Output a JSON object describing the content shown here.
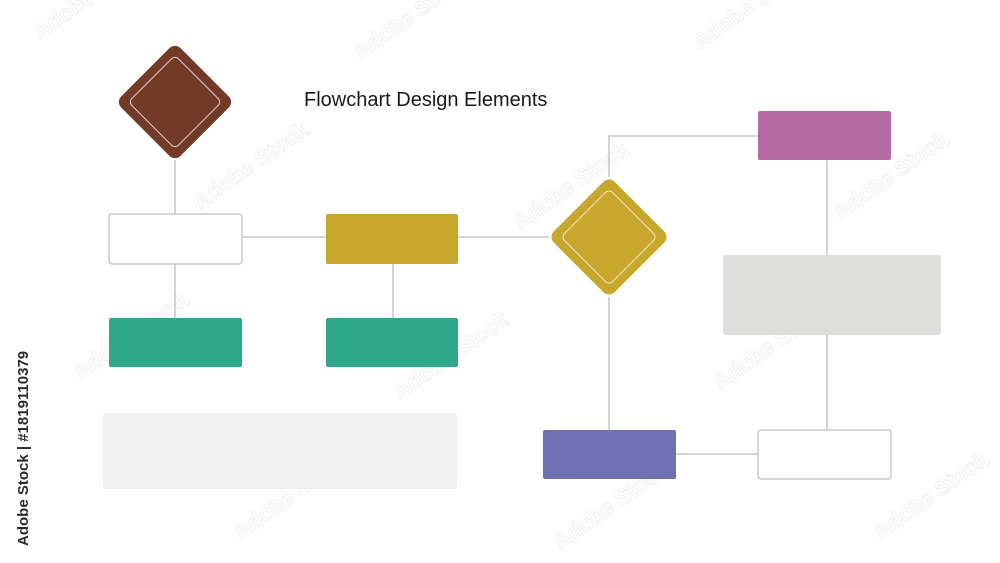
{
  "title": "Flowchart Design Elements",
  "watermark": {
    "side_label": "Adobe Stock | #1819110379",
    "tile_text": "Adobe Stock"
  },
  "colors": {
    "background": "#ffffff",
    "connector": "#bdbdbd",
    "outline_box_border": "#bdbdbd",
    "brown_diamond": "#733a28",
    "mustard": "#c9a72c",
    "teal": "#2ea888",
    "magenta": "#b56aa6",
    "purple": "#7270b4",
    "gray_panel": "#dededc",
    "light_panel": "#f0f0f0"
  },
  "shapes": [
    {
      "id": "decision-top-left",
      "shape": "diamond",
      "fill": "brown_diamond",
      "label": ""
    },
    {
      "id": "process-white-left",
      "shape": "rect",
      "fill": "none",
      "label": ""
    },
    {
      "id": "process-mustard",
      "shape": "rect",
      "fill": "mustard",
      "label": ""
    },
    {
      "id": "process-teal-left",
      "shape": "rect",
      "fill": "teal",
      "label": ""
    },
    {
      "id": "process-teal-middle",
      "shape": "rect",
      "fill": "teal",
      "label": ""
    },
    {
      "id": "decision-mustard",
      "shape": "diamond",
      "fill": "mustard",
      "label": ""
    },
    {
      "id": "process-magenta",
      "shape": "rect",
      "fill": "magenta",
      "label": ""
    },
    {
      "id": "panel-gray-right",
      "shape": "rect",
      "fill": "gray_panel",
      "label": ""
    },
    {
      "id": "process-purple",
      "shape": "rect",
      "fill": "purple",
      "label": ""
    },
    {
      "id": "process-white-right",
      "shape": "rect",
      "fill": "none",
      "label": ""
    },
    {
      "id": "panel-light-bottom",
      "shape": "rect",
      "fill": "light_panel",
      "label": ""
    }
  ],
  "connections": [
    {
      "from": "decision-top-left",
      "to": "process-white-left"
    },
    {
      "from": "process-white-left",
      "to": "process-mustard"
    },
    {
      "from": "process-white-left",
      "to": "process-teal-left"
    },
    {
      "from": "process-mustard",
      "to": "process-teal-middle"
    },
    {
      "from": "process-mustard",
      "to": "decision-mustard"
    },
    {
      "from": "decision-mustard",
      "to": "process-magenta"
    },
    {
      "from": "decision-mustard",
      "to": "process-purple"
    },
    {
      "from": "process-magenta",
      "to": "panel-gray-right"
    },
    {
      "from": "panel-gray-right",
      "to": "process-white-right"
    },
    {
      "from": "process-purple",
      "to": "process-white-right"
    }
  ]
}
